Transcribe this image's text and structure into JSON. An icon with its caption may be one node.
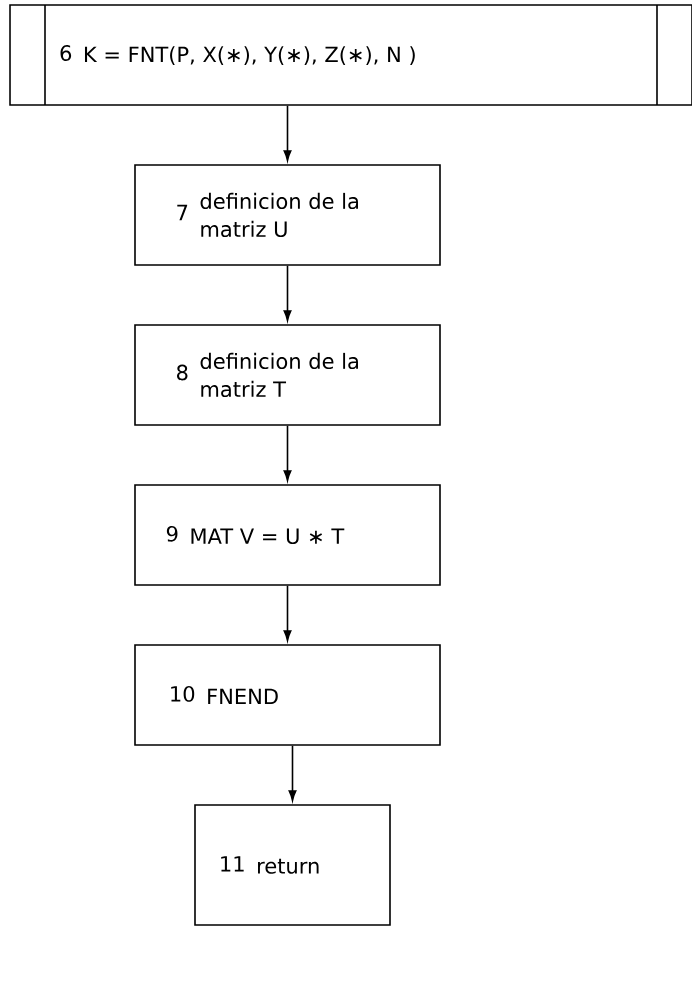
{
  "diagram": {
    "nodes": [
      {
        "text": [
          "6",
          "K = FNT(P, X(∗), Y(∗), Z(∗), N )"
        ]
      },
      {
        "text": [
          "7",
          "definicion de la matriz U"
        ]
      },
      {
        "text": [
          "8",
          "definicion de la matriz T"
        ]
      },
      {
        "text": [
          "9",
          "MAT V = U ∗ T"
        ]
      },
      {
        "text": [
          "10",
          "FNEND"
        ]
      },
      {
        "text": [
          "11",
          "return"
        ]
      }
    ],
    "edges": [
      {
        "from": 0,
        "to": 1,
        "arrow": "to"
      },
      {
        "from": 1,
        "to": 2,
        "arrow": "to"
      },
      {
        "from": 2,
        "to": 3,
        "arrow": "to"
      },
      {
        "from": 3,
        "to": 4,
        "arrow": "to"
      },
      {
        "from": 4,
        "to": 5,
        "arrow": "to"
      }
    ]
  }
}
